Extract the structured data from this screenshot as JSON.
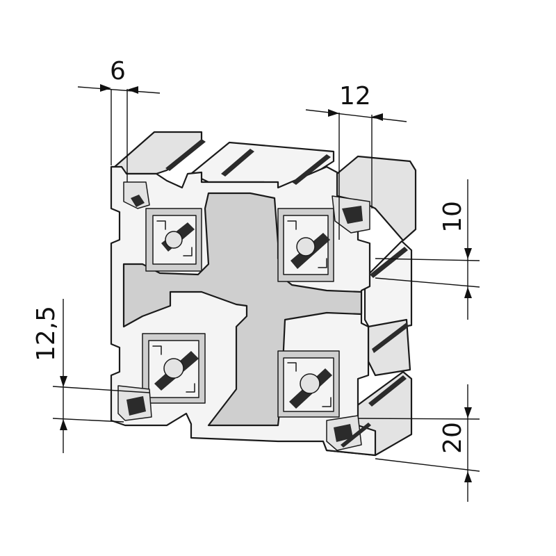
{
  "dimensions": {
    "slot_width": "6",
    "slot_opening": "12",
    "slot_depth": "10",
    "offset": "12,5",
    "pitch": "20"
  },
  "colors": {
    "line": "#1a1a1a",
    "face_light": "#f4f4f4",
    "face_mid": "#e3e3e3",
    "face_dark": "#cfcfcf",
    "slot_dark": "#2b2b2b"
  }
}
